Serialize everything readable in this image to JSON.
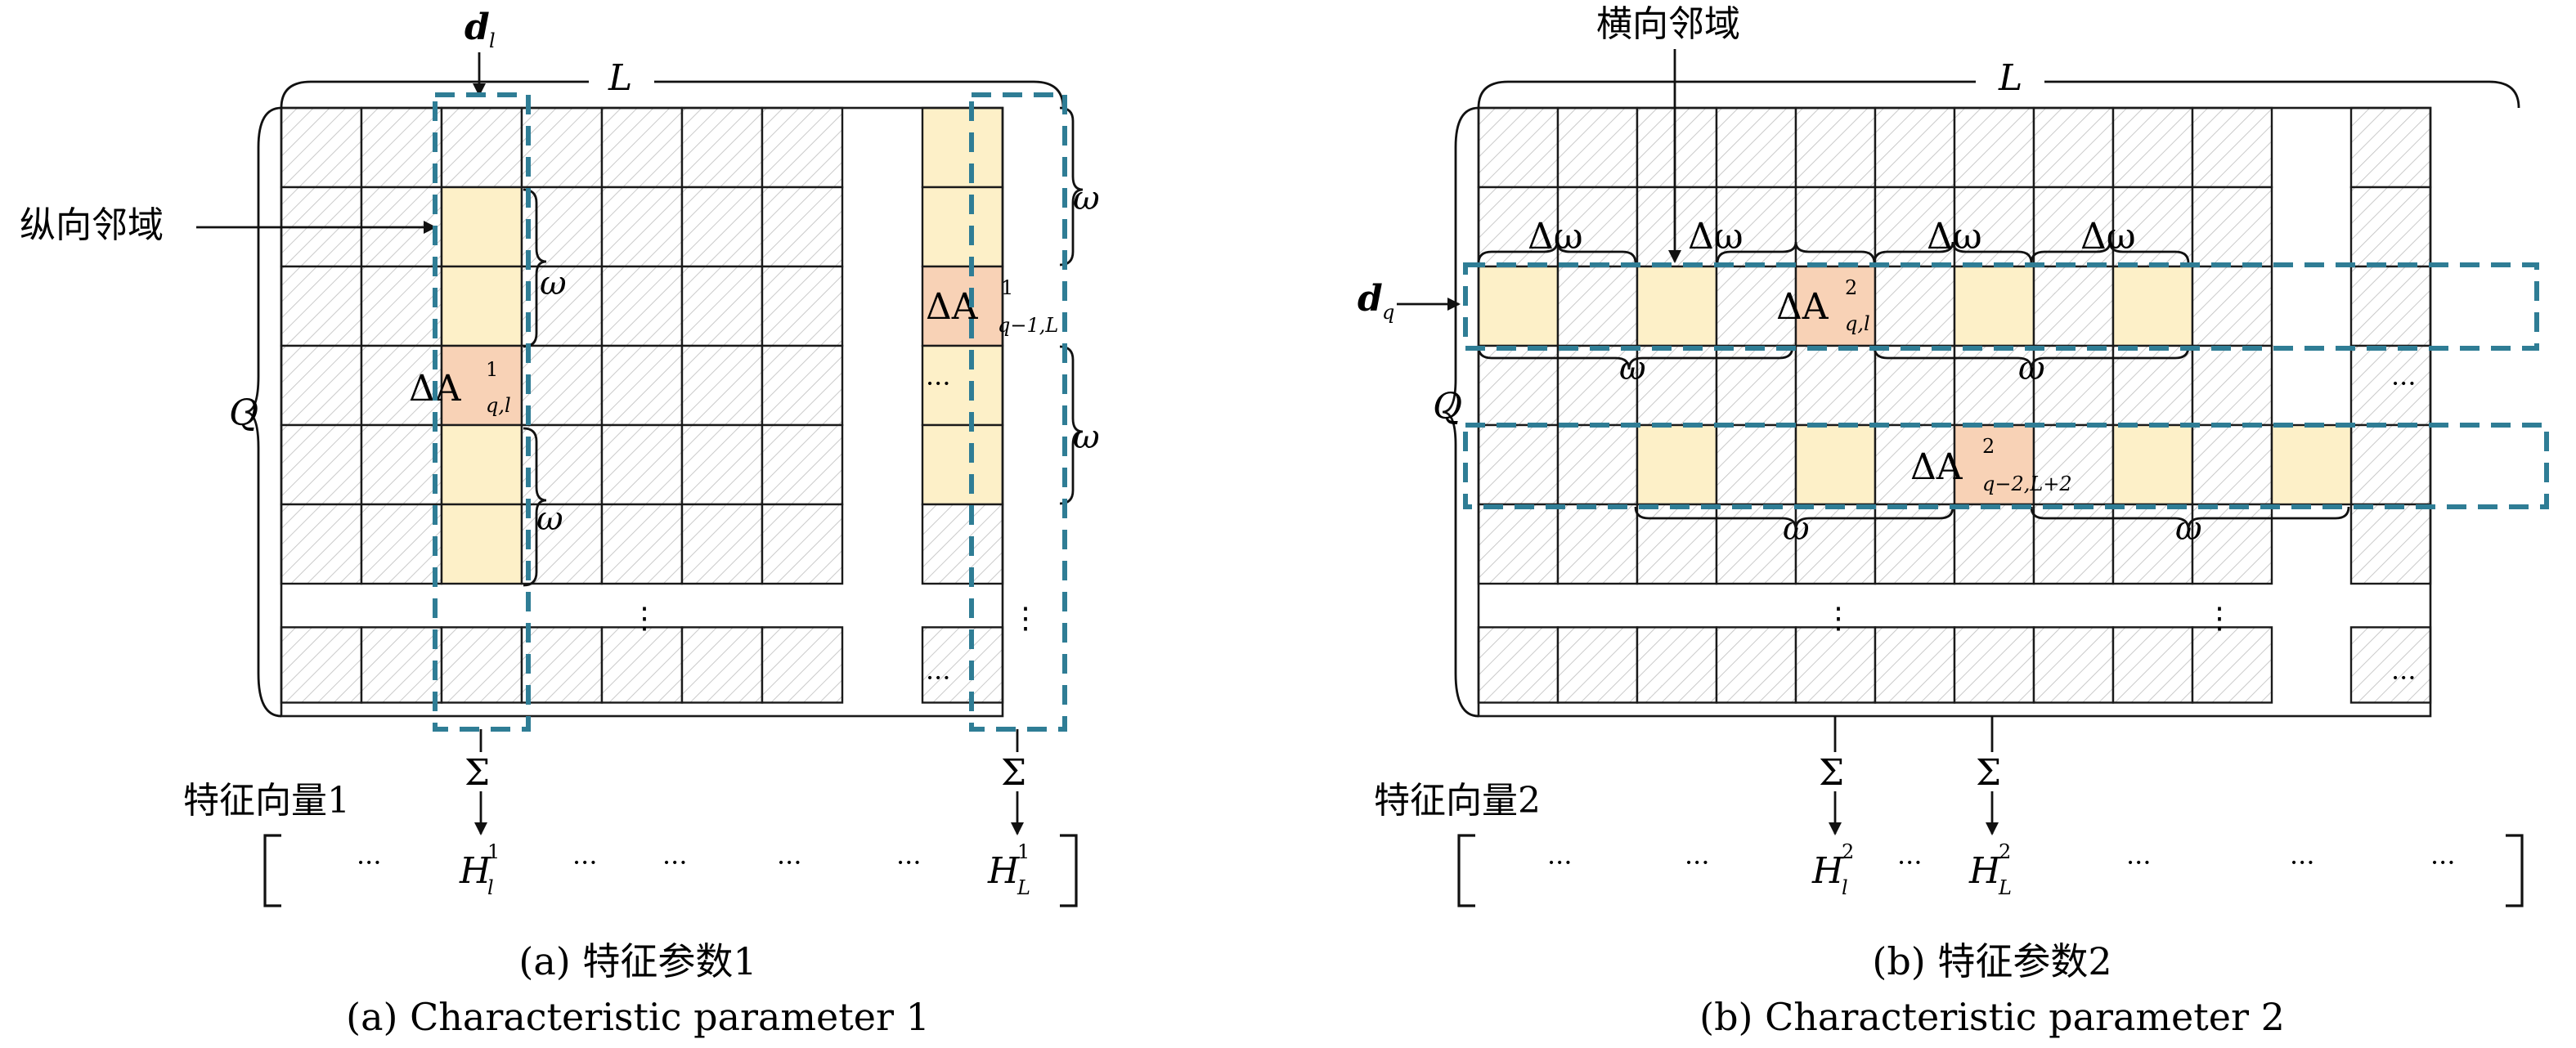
{
  "colors": {
    "grid_line": "#1a1a1a",
    "hatch": "#b8b8b8",
    "neighbor_fill": "#fdf0c8",
    "target_fill": "#f8d2b6",
    "dashed_box": "#2f7d95"
  },
  "panel_a": {
    "top_vector_label": "d",
    "top_vector_sub": "l",
    "width_label": "L",
    "height_label": "Q",
    "region_label": "纵向邻域",
    "omega": "ω",
    "target1": {
      "base": "ΔA",
      "sup": "1",
      "sub": "q,l"
    },
    "target2": {
      "base": "ΔA",
      "sup": "1",
      "sub": "q−1,L"
    },
    "dots_h": "···",
    "dots_v": "⋮",
    "sum_symbol": "Σ",
    "feature_vector_label": "特征向量1",
    "vector_entries": [
      "···",
      "H",
      "···",
      "···",
      "···",
      "···",
      "H"
    ],
    "h_left": {
      "base": "H",
      "sup": "1",
      "sub": "l"
    },
    "h_right": {
      "base": "H",
      "sup": "1",
      "sub": "L"
    },
    "caption_cn": "(a) 特征参数1",
    "caption_en": "(a) Characteristic parameter 1"
  },
  "panel_b": {
    "top_region_label": "横向邻域",
    "width_label": "L",
    "height_label": "Q",
    "row_vector_label": "d",
    "row_vector_sub": "q",
    "delta_omega": "Δω",
    "omega": "ω",
    "target1": {
      "base": "ΔA",
      "sup": "2",
      "sub": "q,l"
    },
    "target2": {
      "base": "ΔA",
      "sup": "2",
      "sub": "q−2,L+2"
    },
    "dots_h": "···",
    "dots_v": "⋮",
    "sum_symbol": "Σ",
    "feature_vector_label": "特征向量2",
    "h_left": {
      "base": "H",
      "sup": "2",
      "sub": "l"
    },
    "h_right": {
      "base": "H",
      "sup": "2",
      "sub": "L"
    },
    "caption_cn": "(b) 特征参数2",
    "caption_en": "(b) Characteristic parameter 2"
  }
}
